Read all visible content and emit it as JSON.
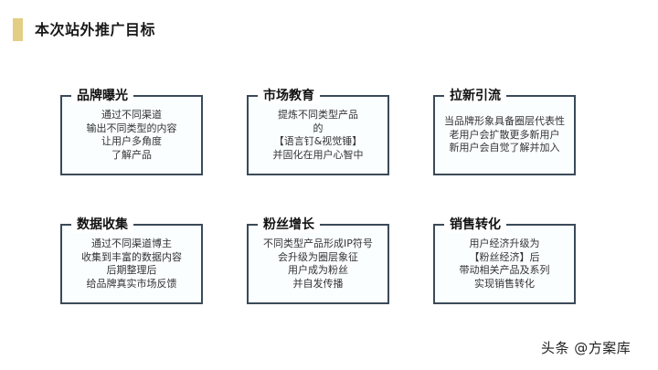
{
  "header": {
    "title": "本次站外推广目标",
    "accent_color": "#e2cf85"
  },
  "cards": [
    {
      "title": "品牌曝光",
      "lines": [
        "通过不同渠道",
        "输出不同类型的内容",
        "让用户多角度",
        "了解产品"
      ]
    },
    {
      "title": "市场教育",
      "lines": [
        "提炼不同类型产品",
        "的",
        "【语言钉&视觉锤】",
        "并固化在用户心智中"
      ]
    },
    {
      "title": "拉新引流",
      "lines": [
        "当品牌形象具备圈层代表性",
        "老用户会扩散更多新用户",
        "新用户会自觉了解并加入"
      ]
    },
    {
      "title": "数据收集",
      "lines": [
        "通过不同渠道博主",
        "收集到丰富的数据内容",
        "后期整理后",
        "给品牌真实市场反馈"
      ]
    },
    {
      "title": "粉丝增长",
      "lines": [
        "不同类型产品形成IP符号",
        "会升级为圈层象征",
        "用户成为粉丝",
        "并自发传播"
      ]
    },
    {
      "title": "销售转化",
      "lines": [
        "用户经济升级为",
        "【粉丝经济】后",
        "带动相关产品及系列",
        "实现销售转化"
      ]
    }
  ],
  "watermark": "头条 @方案库",
  "colors": {
    "card_border": "#3b4a59"
  }
}
